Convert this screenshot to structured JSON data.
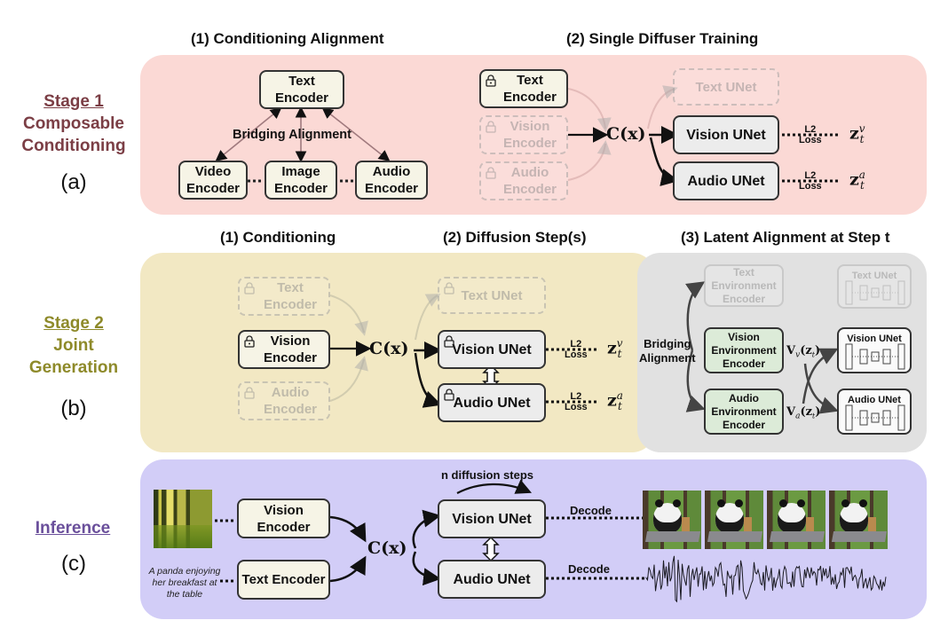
{
  "colors": {
    "stage1_panel": "#fbd9d5",
    "stage2_panel": "#f2e8c3",
    "latent_panel": "#e1e1e1",
    "inference_panel": "#d2cdf7",
    "stage1_label": "#7b3e45",
    "stage2_label": "#8e8a2a",
    "inference_label": "#6a4f9b"
  },
  "stage1": {
    "side_label": {
      "stage": "Stage 1",
      "line1": "Composable",
      "line2": "Conditioning",
      "letter": "(a)"
    },
    "section1": {
      "title": "(1) Conditioning Alignment",
      "text_encoder": "Text Encoder",
      "bridging": "Bridging Alignment",
      "video_encoder": "Video Encoder",
      "image_encoder": "Image Encoder",
      "audio_encoder": "Audio Encoder"
    },
    "section2": {
      "title": "(2) Single Diffuser Training",
      "text_encoder": "Text Encoder",
      "vision_encoder": "Vision Encoder",
      "audio_encoder": "Audio Encoder",
      "cx": "C(x)",
      "text_unet": "Text UNet",
      "vision_unet": "Vision UNet",
      "audio_unet": "Audio UNet",
      "loss_top": "L2",
      "loss_bottom": "Loss",
      "z_v": {
        "base": "z",
        "sup": "v",
        "sub": "t"
      },
      "z_a": {
        "base": "z",
        "sup": "a",
        "sub": "t"
      }
    }
  },
  "stage2": {
    "side_label": {
      "stage": "Stage 2",
      "line1": "Joint",
      "line2": "Generation",
      "letter": "(b)"
    },
    "section1": {
      "title": "(1) Conditioning",
      "text_encoder": "Text Encoder",
      "vision_encoder": "Vision Encoder",
      "audio_encoder": "Audio Encoder"
    },
    "section2": {
      "title": "(2) Diffusion Step(s)",
      "cx": "C(x)",
      "text_unet": "Text UNet",
      "vision_unet": "Vision UNet",
      "audio_unet": "Audio UNet",
      "loss_top": "L2",
      "loss_bottom": "Loss"
    },
    "section3": {
      "title": "(3) Latent Alignment at Step t",
      "bridging_line1": "Bridging",
      "bridging_line2": "Alignment",
      "text_env_encoder": "Text Environment Encoder",
      "vision_env_encoder": "Vision Environment Encoder",
      "audio_env_encoder": "Audio Environment Encoder",
      "text_unet": "Text UNet",
      "vision_unet": "Vision UNet",
      "audio_unet": "Audio UNet",
      "vv": "V",
      "vv_sub": "v",
      "va": "V",
      "va_sub": "a"
    }
  },
  "inference": {
    "side_label": {
      "stage": "Inference",
      "letter": "(c)"
    },
    "vision_encoder": "Vision Encoder",
    "text_encoder": "Text Encoder",
    "cx": "C(x)",
    "steps_label": "n diffusion steps",
    "vision_unet": "Vision UNet",
    "audio_unet": "Audio UNet",
    "decode_top": "Decode",
    "decode_bottom": "Decode",
    "prompt": "A panda enjoying her breakfast at the table",
    "output_frames": 4
  }
}
